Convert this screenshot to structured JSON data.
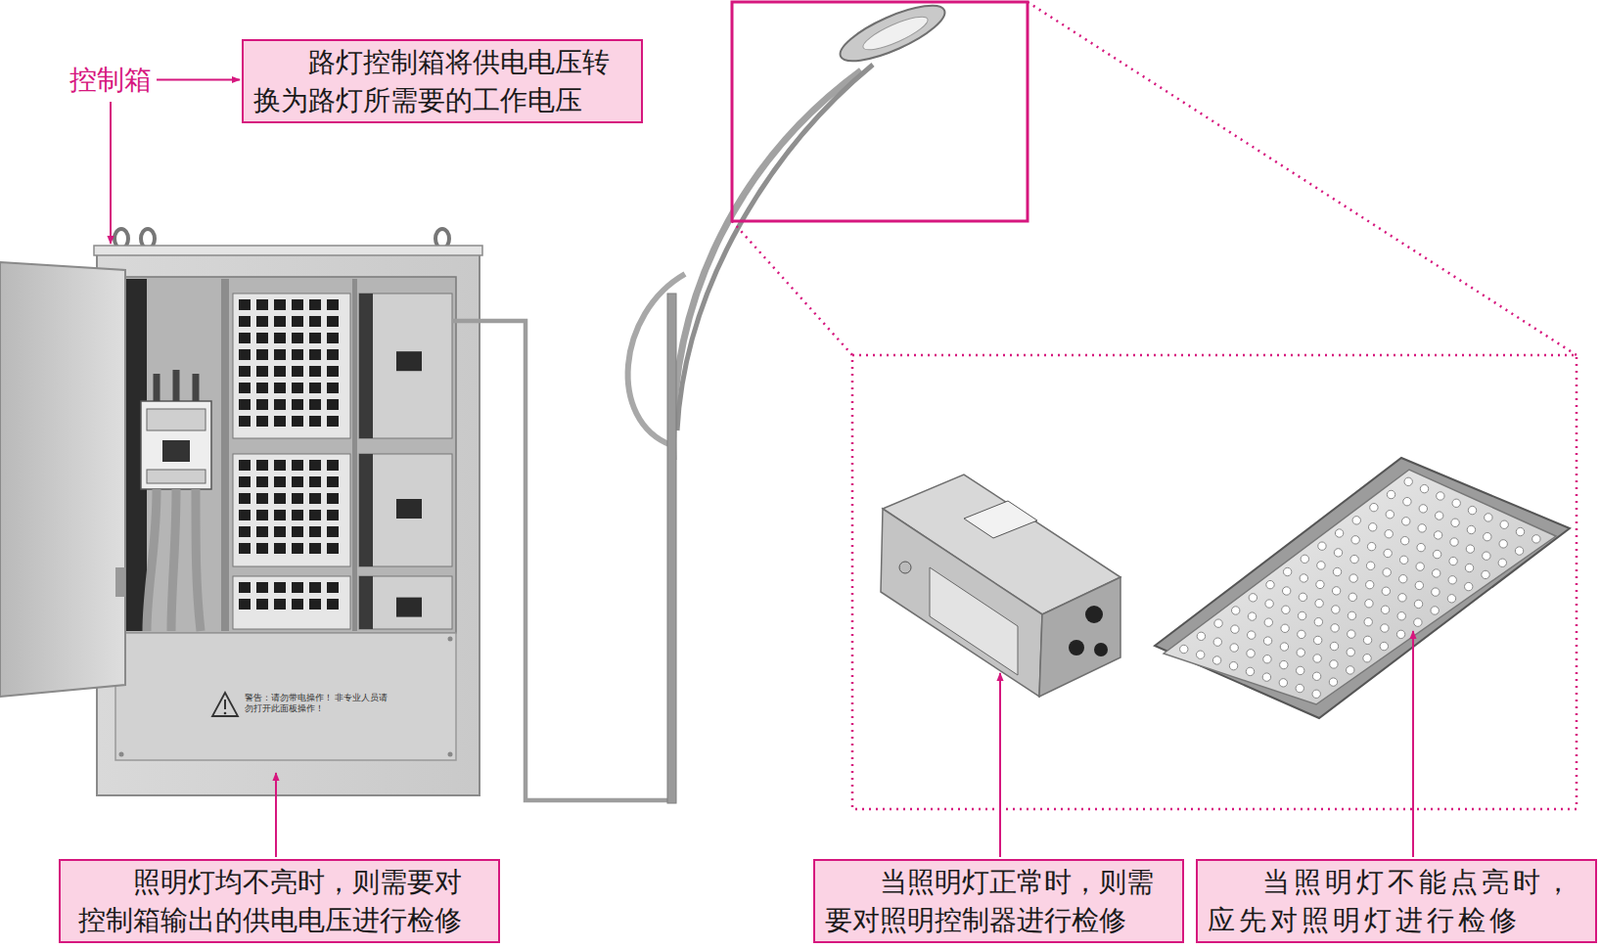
{
  "diagram": {
    "nodes": [
      {
        "text": [
          "路灯控制箱将供电电压转换为路灯所需要的工作电压"
        ]
      },
      {
        "text": [
          "照明灯均不亮时，则需要对控制箱输出的供电电压进行检修"
        ]
      },
      {
        "text": [
          "当照明灯正常时，则需要对照明控制器进行检修"
        ]
      },
      {
        "text": [
          "当照明灯不能点亮时，应先对照明灯进行检修"
        ]
      }
    ],
    "labels": [
      "控制箱",
      "警告：请勿带电操作！ 非专业人员请勿打开此面板操作！"
    ]
  }
}
